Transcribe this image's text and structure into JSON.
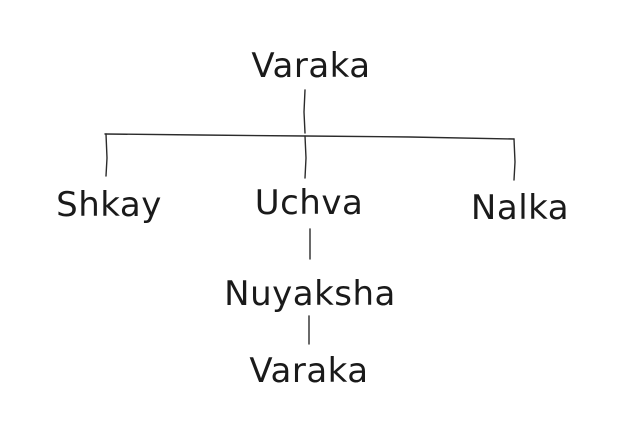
{
  "tree": {
    "root": "Varaka",
    "children": [
      "Shkay",
      "Uchva",
      "Nalka"
    ],
    "uchva_child": "Nuyaksha",
    "nuyaksha_child": "Varaka"
  },
  "colors": {
    "ink": "#1a1a1a",
    "line": "#2b2b2b",
    "background": "#ffffff"
  }
}
